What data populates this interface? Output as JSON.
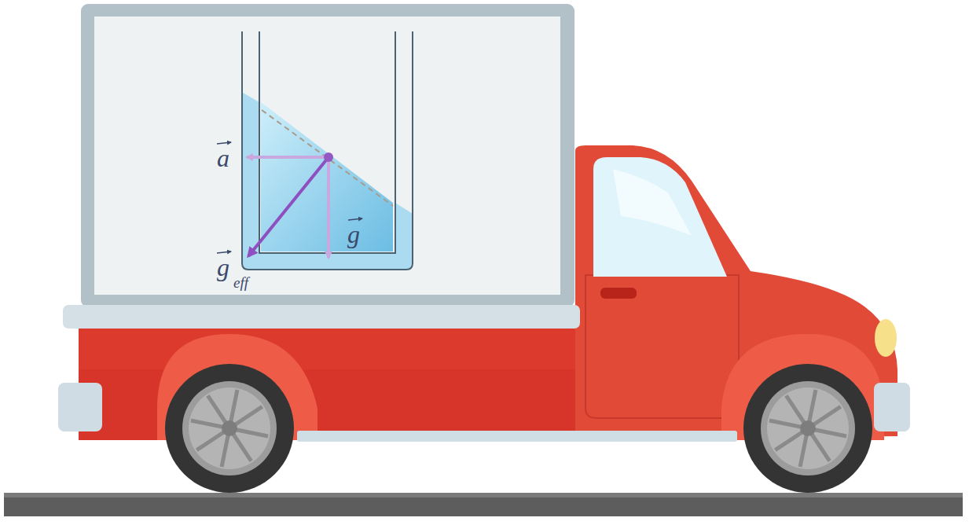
{
  "diagram": {
    "labels": [
      "a",
      "g",
      "g",
      "eff"
    ]
  }
}
